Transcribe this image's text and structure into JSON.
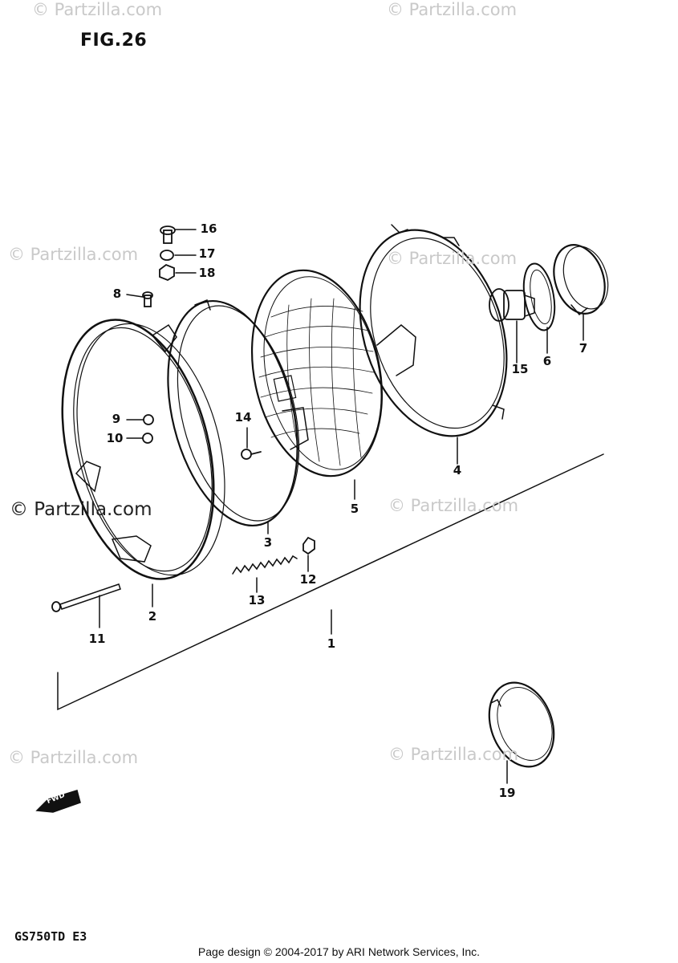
{
  "figure": {
    "title": "FIG.26",
    "model": "GS750TD E3"
  },
  "footer": {
    "text": "Page design © 2004-2017 by ARI Network Services, Inc."
  },
  "watermark": {
    "text": "© Partzilla.com"
  },
  "callouts": {
    "c1": "1",
    "c2": "2",
    "c3": "3",
    "c4": "4",
    "c5": "5",
    "c6": "6",
    "c7": "7",
    "c8": "8",
    "c9": "9",
    "c10": "10",
    "c11": "11",
    "c12": "12",
    "c13": "13",
    "c14": "14",
    "c15": "15",
    "c16": "16",
    "c17": "17",
    "c18": "18",
    "c19": "19"
  },
  "fwd_label": "FWD",
  "colors": {
    "line": "#111111",
    "watermark": "#c9c9c9",
    "background": "#ffffff"
  }
}
